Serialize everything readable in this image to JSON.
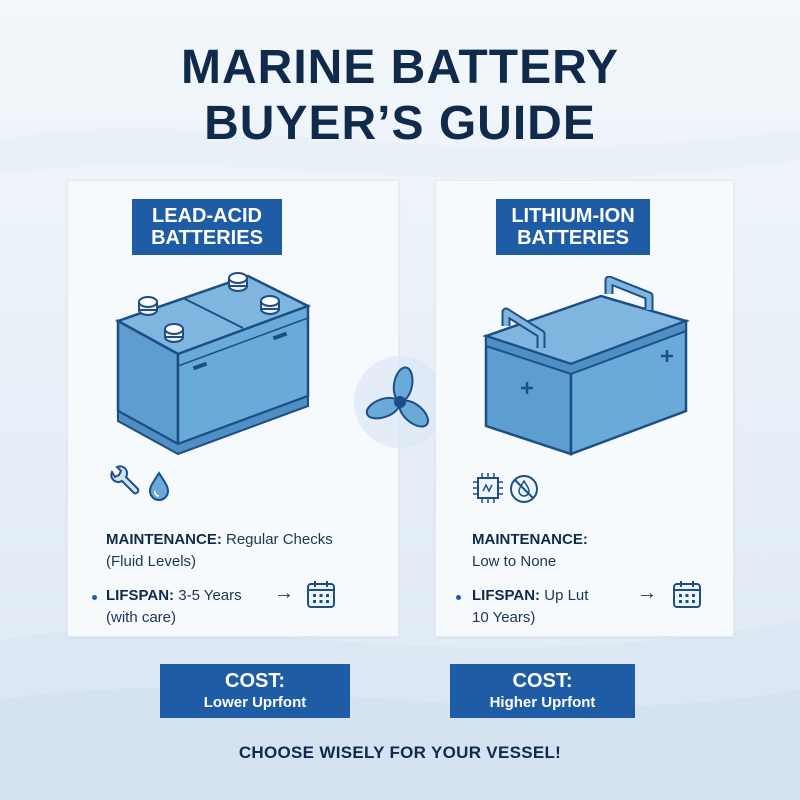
{
  "title": {
    "line1": "MARINE BATTERY",
    "line2": "BUYER’S GUIDE"
  },
  "left": {
    "badge_line1": "LEAD-ACID",
    "badge_line2": "BATTERIES",
    "icons": [
      "wrench-icon",
      "water-drop-icon"
    ],
    "maintenance_label": "MAINTENANCE:",
    "maintenance_value": "Regular Checks",
    "maintenance_value2": "(Fluid Levels)",
    "lifespan_label": "LIFSPAN:",
    "lifespan_value": "3-5 Years",
    "lifespan_value2": "(with care)",
    "arrow": "→",
    "cost_label": "COST:",
    "cost_value": "Lower Uprfont"
  },
  "right": {
    "badge_line1": "LITHIUM-ION",
    "badge_line2": "BATTERIES",
    "icons": [
      "chip-icon",
      "no-drip-icon"
    ],
    "maintenance_label": "MAINTENANCE:",
    "maintenance_value": "Low to None",
    "lifespan_label": "LIFSPAN:",
    "lifespan_value": "Up Lut",
    "lifespan_value2": "10 Years)",
    "arrow": "→",
    "cost_label": "COST:",
    "cost_value": "Higher Uprfont"
  },
  "footer": "CHOOSE WISELY FOR YOUR VESSEL!",
  "colors": {
    "navy": "#0f2a4a",
    "accent": "#1e5da6",
    "battery": "#6aaad8"
  }
}
